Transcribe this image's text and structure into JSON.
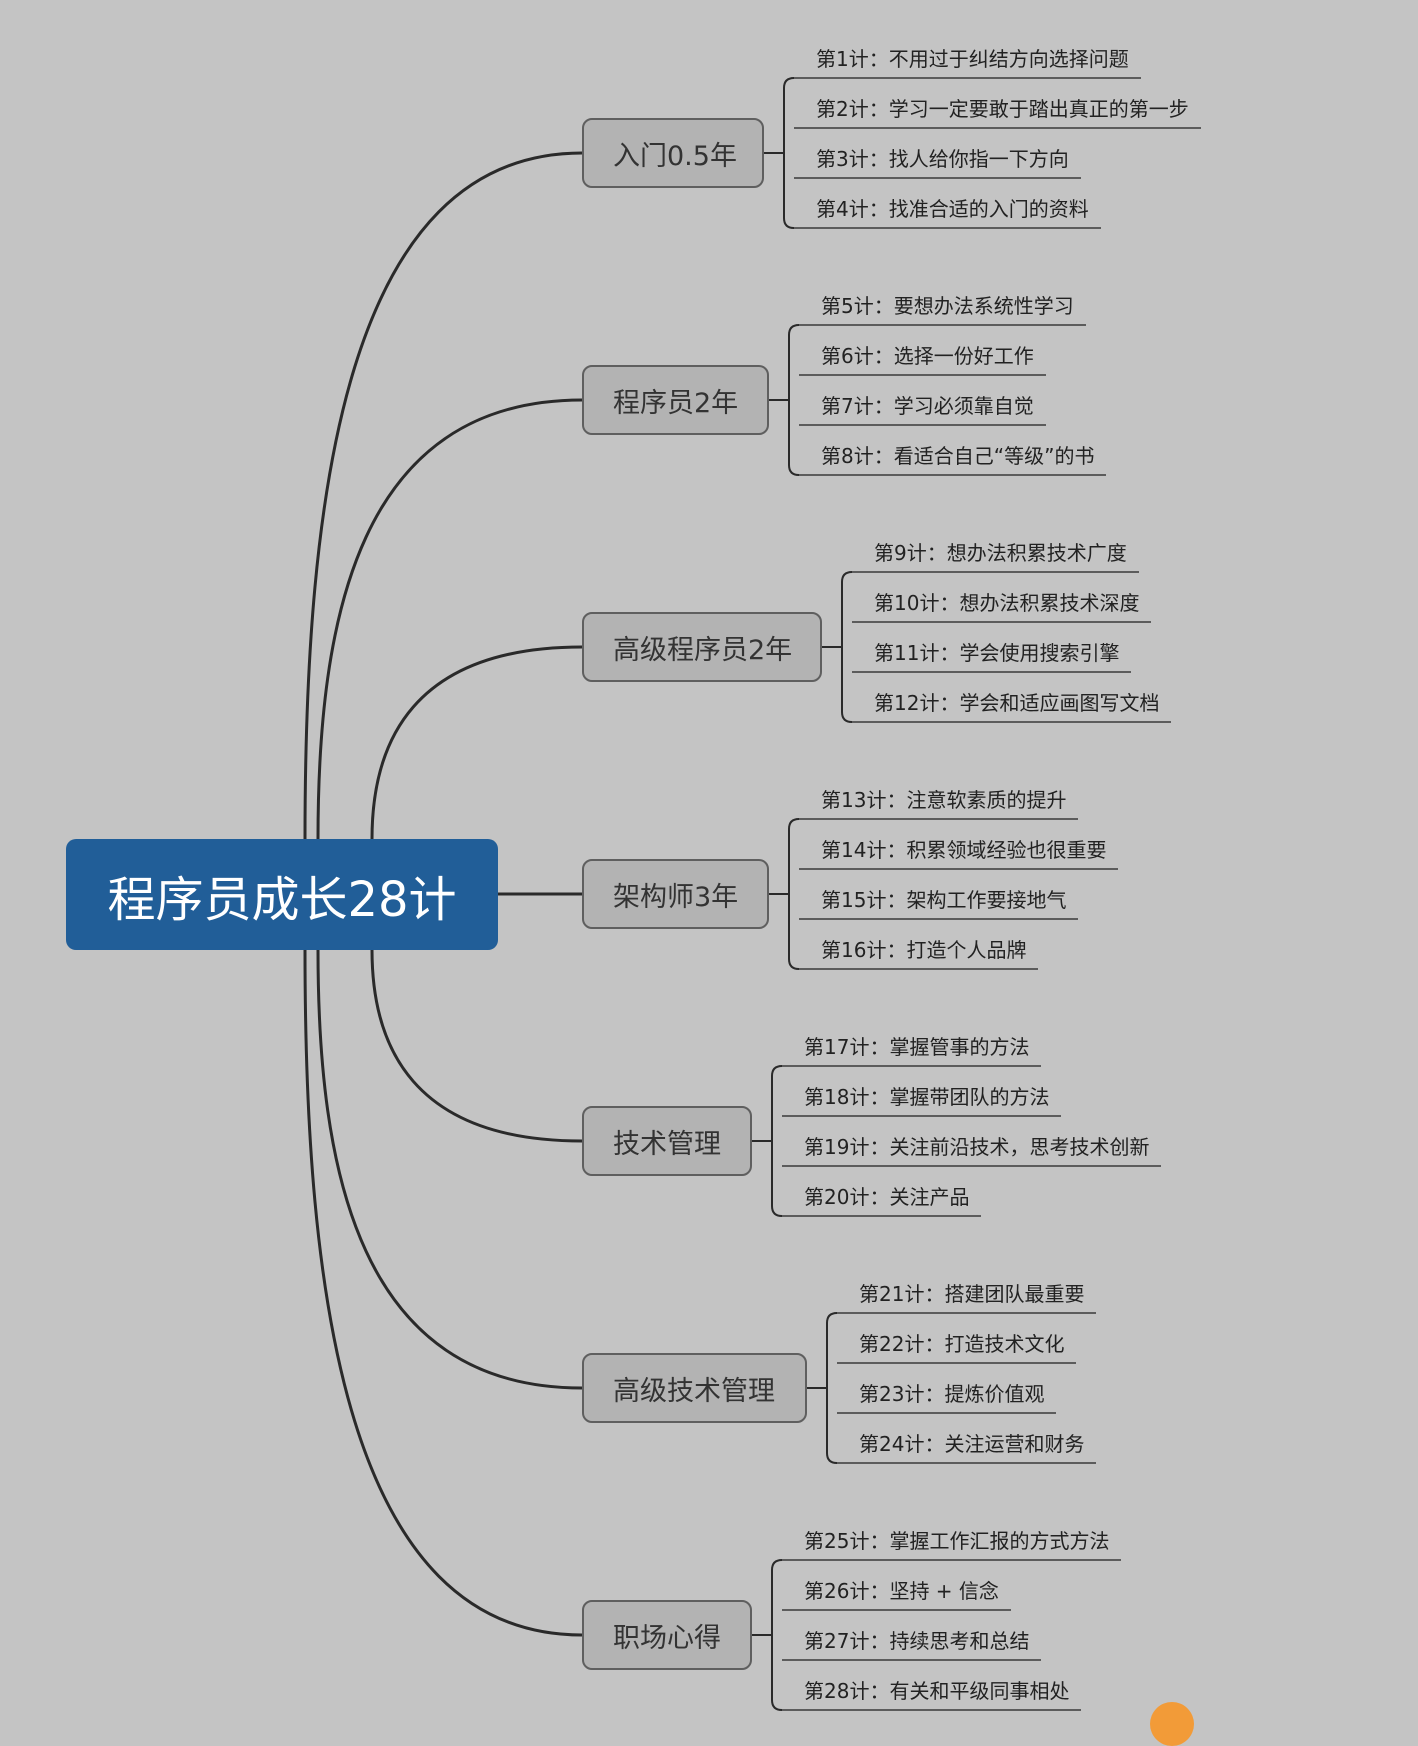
{
  "root": {
    "title": "程序员成长28计",
    "color": "#215e98"
  },
  "branches": [
    {
      "title": "入门0.5年",
      "items": [
        "第1计：不用过于纠结方向选择问题",
        "第2计：学习一定要敢于踏出真正的第一步",
        "第3计：找人给你指一下方向",
        "第4计：找准合适的入门的资料"
      ]
    },
    {
      "title": "程序员2年",
      "items": [
        "第5计：要想办法系统性学习",
        "第6计：选择一份好工作",
        "第7计：学习必须靠自觉",
        "第8计：看适合自己“等级”的书"
      ]
    },
    {
      "title": "高级程序员2年",
      "items": [
        "第9计：想办法积累技术广度",
        "第10计：想办法积累技术深度",
        "第11计：学会使用搜索引擎",
        "第12计：学会和适应画图写文档"
      ]
    },
    {
      "title": "架构师3年",
      "items": [
        "第13计：注意软素质的提升",
        "第14计：积累领域经验也很重要",
        "第15计：架构工作要接地气",
        "第16计：打造个人品牌"
      ]
    },
    {
      "title": "技术管理",
      "items": [
        "第17计：掌握管事的方法",
        "第18计：掌握带团队的方法",
        "第19计：关注前沿技术，思考技术创新",
        "第20计：关注产品"
      ]
    },
    {
      "title": "高级技术管理",
      "items": [
        "第21计：搭建团队最重要",
        "第22计：打造技术文化",
        "第23计：提炼价值观",
        "第24计：关注运营和财务"
      ]
    },
    {
      "title": "职场心得",
      "items": [
        "第25计：掌握工作汇报的方式方法",
        "第26计：坚持 + 信念",
        "第27计：持续思考和总结",
        "第28计：有关和平级同事相处"
      ]
    }
  ],
  "colors": {
    "background": "#c4c4c4",
    "branch_fill": "#b3b3b3",
    "line": "#2a2a2a"
  },
  "watermark_icon": "logo-icon"
}
